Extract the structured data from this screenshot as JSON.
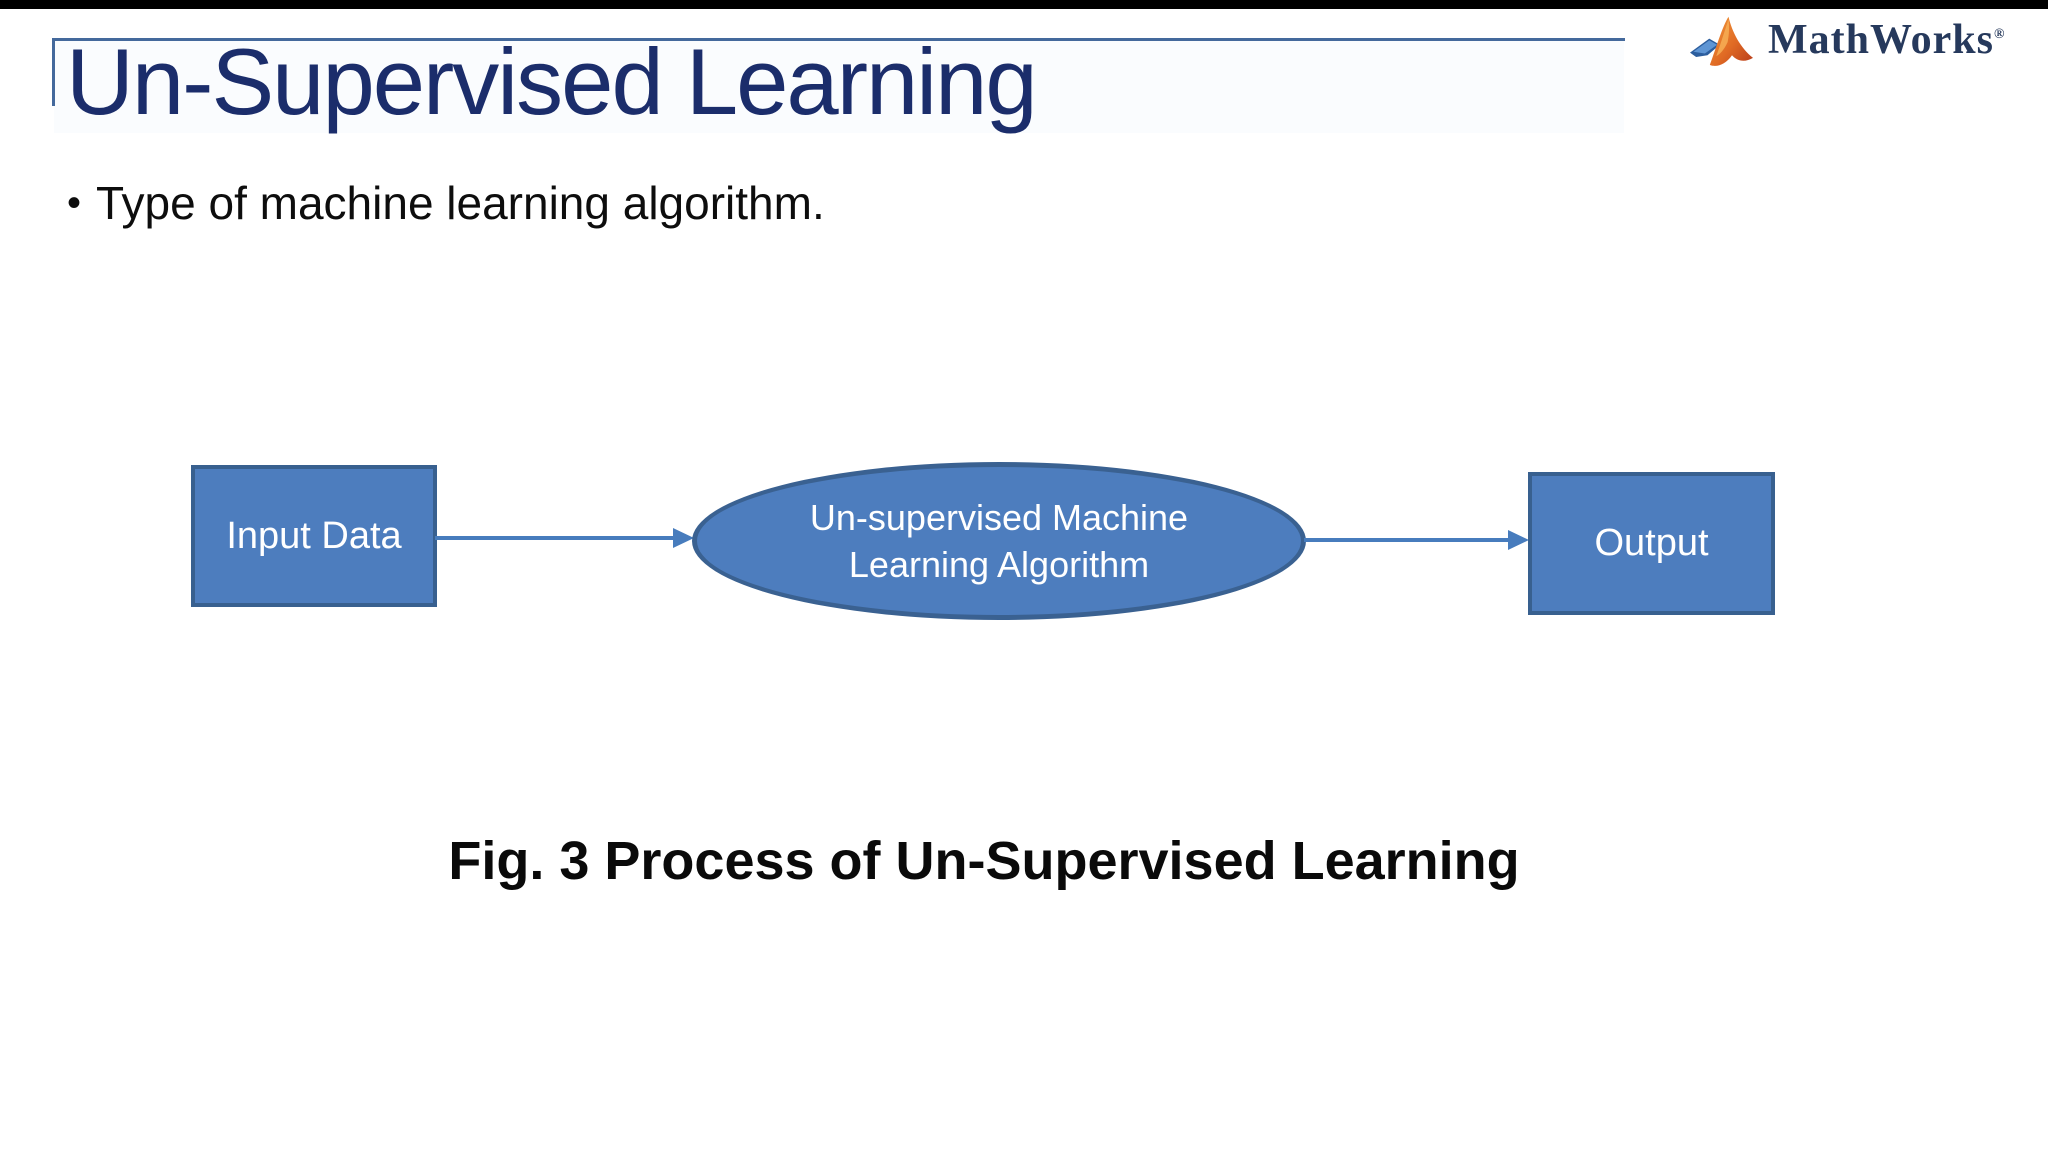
{
  "slide": {
    "title": "Un-Supervised Learning",
    "bullet_marker": "•",
    "bullet_text": "Type of machine learning algorithm.",
    "figure_caption": "Fig. 3 Process of Un-Supervised Learning"
  },
  "logo": {
    "brand": "MathWorks",
    "registered_mark": "®",
    "icon": "matlab-membrane-icon"
  },
  "diagram": {
    "nodes": [
      {
        "id": "input",
        "shape": "rectangle",
        "label": "Input Data"
      },
      {
        "id": "algorithm",
        "shape": "ellipse",
        "label_line1": "Un-supervised Machine",
        "label_line2": "Learning Algorithm"
      },
      {
        "id": "output",
        "shape": "rectangle",
        "label": "Output"
      }
    ],
    "edges": [
      {
        "from": "input",
        "to": "algorithm",
        "type": "arrow"
      },
      {
        "from": "algorithm",
        "to": "output",
        "type": "arrow"
      }
    ],
    "colors": {
      "node_fill": "#4d7dbe",
      "node_border": "#38608f",
      "arrow": "#477cbd",
      "node_text": "#ffffff"
    }
  },
  "colors": {
    "background": "#ffffff",
    "top_bar": "#000000",
    "title_text": "#1b2d6b",
    "body_text": "#0d0d0d",
    "accent_line": "#44699c",
    "logo_text": "#26395c"
  }
}
